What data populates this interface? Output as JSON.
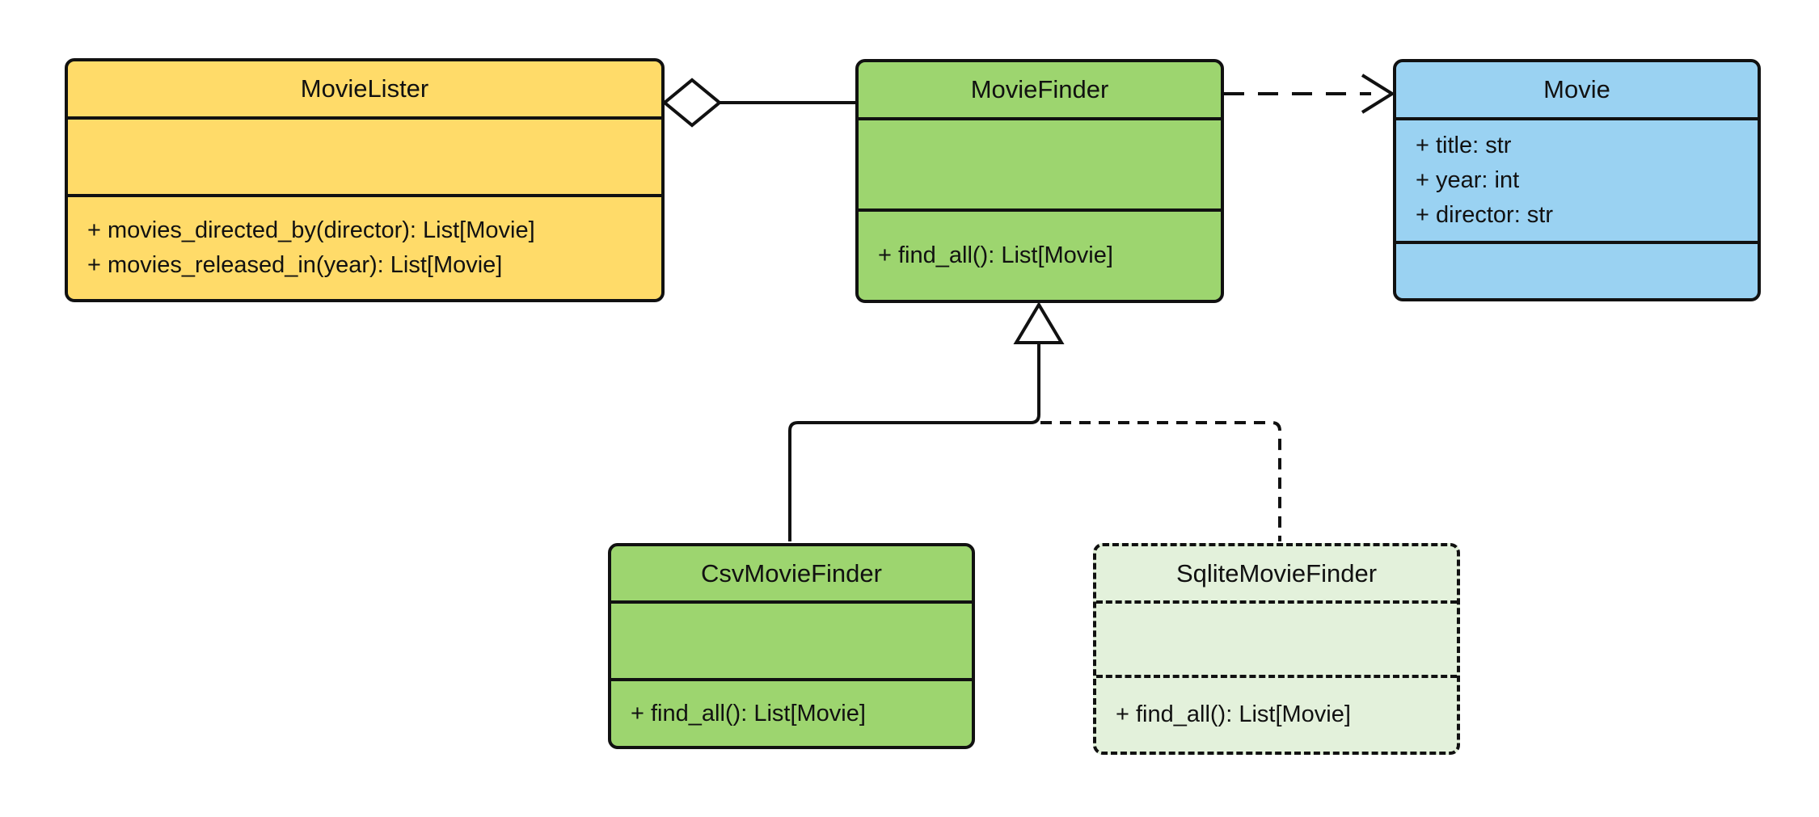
{
  "diagram": {
    "kind": "uml-class-diagram",
    "background": "#ffffff"
  },
  "colors": {
    "canvas_bg": "#ffffff",
    "movielister_fill": "#FFDB69",
    "finder_fill": "#9DD56F",
    "movie_fill": "#9AD2F2",
    "sqlite_fill": "#E3F1DB",
    "line": "#111111"
  },
  "classes": {
    "movie_lister": {
      "name": "MovieLister",
      "attributes": [],
      "methods": [
        "+ movies_directed_by(director): List[Movie]",
        "+ movies_released_in(year): List[Movie]"
      ]
    },
    "movie_finder": {
      "name": "MovieFinder",
      "attributes": [],
      "methods": [
        "+ find_all(): List[Movie]"
      ]
    },
    "movie": {
      "name": "Movie",
      "attributes": [
        "+ title: str",
        "+ year: int",
        "+ director: str"
      ],
      "methods": []
    },
    "csv_movie_finder": {
      "name": "CsvMovieFinder",
      "attributes": [],
      "methods": [
        "+ find_all(): List[Movie]"
      ]
    },
    "sqlite_movie_finder": {
      "name": "SqliteMovieFinder",
      "attributes": [],
      "methods": [
        "+ find_all(): List[Movie]"
      ]
    }
  },
  "relationships": [
    {
      "type": "aggregation",
      "from": "MovieLister",
      "to": "MovieFinder",
      "marker": "open-diamond",
      "line": "solid"
    },
    {
      "type": "dependency",
      "from": "MovieFinder",
      "to": "Movie",
      "marker": "open-arrow",
      "line": "dashed"
    },
    {
      "type": "inheritance",
      "from": "CsvMovieFinder",
      "to": "MovieFinder",
      "marker": "hollow-triangle",
      "line": "solid"
    },
    {
      "type": "inheritance",
      "from": "SqliteMovieFinder",
      "to": "MovieFinder",
      "marker": "hollow-triangle",
      "line": "dashed"
    }
  ]
}
